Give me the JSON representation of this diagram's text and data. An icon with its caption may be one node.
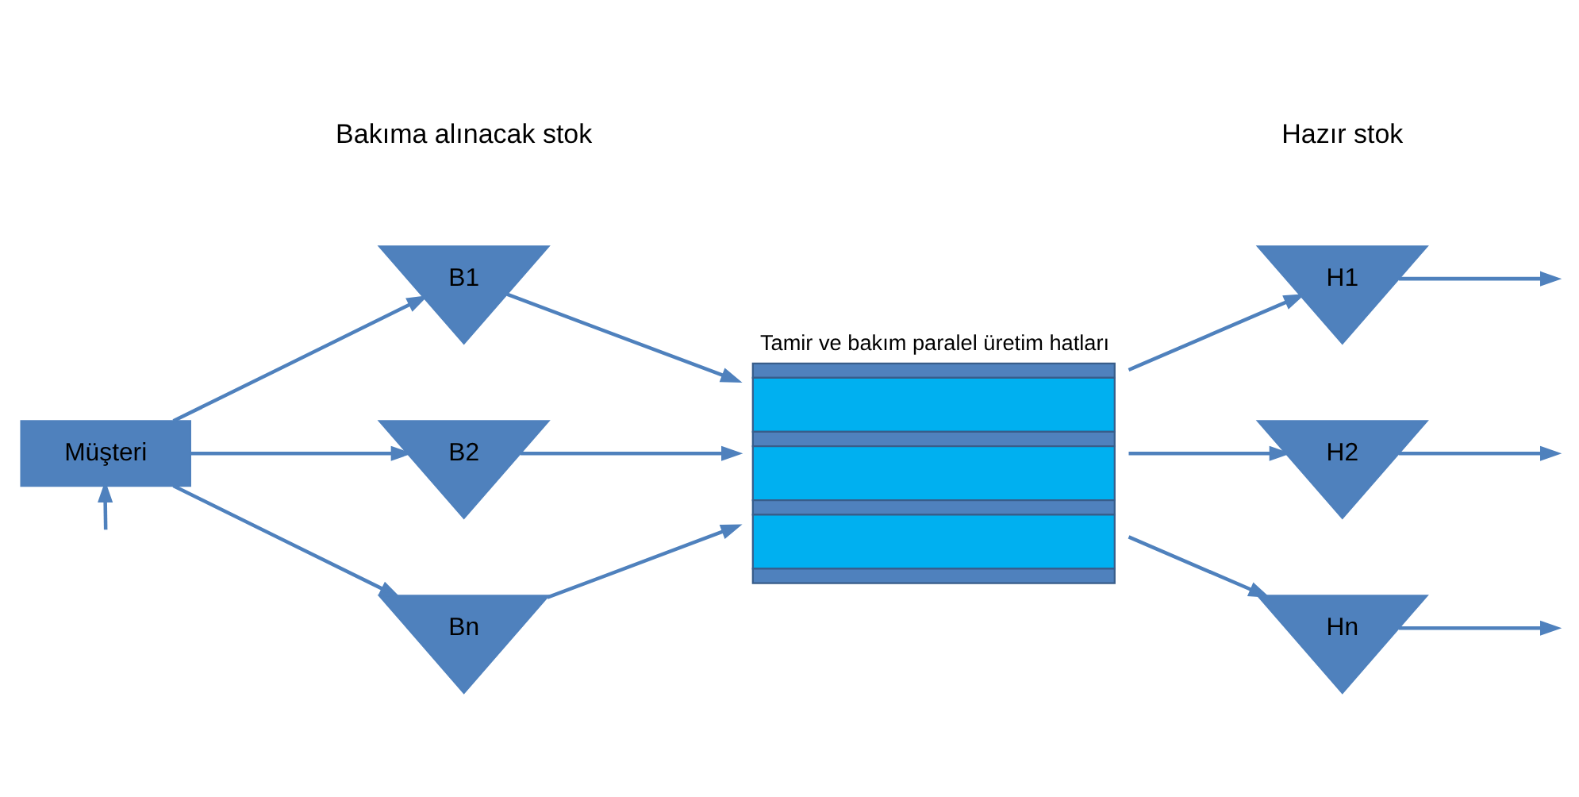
{
  "diagram": {
    "nodes": [
      {
        "text": [
          "Müşteri"
        ]
      },
      {
        "text": [
          "B1"
        ]
      },
      {
        "text": [
          "B2"
        ]
      },
      {
        "text": [
          "Bn"
        ]
      },
      {
        "text": [
          "Tamir ve bakım paralel üretim hatları"
        ]
      },
      {
        "text": [
          "H1"
        ]
      },
      {
        "text": [
          "H2"
        ]
      },
      {
        "text": [
          "Hn"
        ]
      }
    ],
    "edges": [
      {
        "from": 0,
        "to": 1,
        "arrow": "to"
      },
      {
        "from": 0,
        "to": 2,
        "arrow": "to"
      },
      {
        "from": 0,
        "to": 3,
        "arrow": "to"
      },
      {
        "from": 1,
        "to": 4,
        "arrow": "to"
      },
      {
        "from": 2,
        "to": 4,
        "arrow": "to"
      },
      {
        "from": 3,
        "to": 4,
        "arrow": "to"
      },
      {
        "from": 4,
        "to": 5,
        "arrow": "to"
      },
      {
        "from": 4,
        "to": 6,
        "arrow": "to"
      },
      {
        "from": 4,
        "to": 7,
        "arrow": "to"
      },
      {
        "from": 5,
        "to": null,
        "arrow": "to"
      },
      {
        "from": 6,
        "to": null,
        "arrow": "to"
      },
      {
        "from": 7,
        "to": null,
        "arrow": "to"
      },
      {
        "from": null,
        "to": 0,
        "arrow": "to"
      }
    ],
    "labels": [
      "Bakıma alınacak stok",
      "Hazır stok"
    ]
  }
}
